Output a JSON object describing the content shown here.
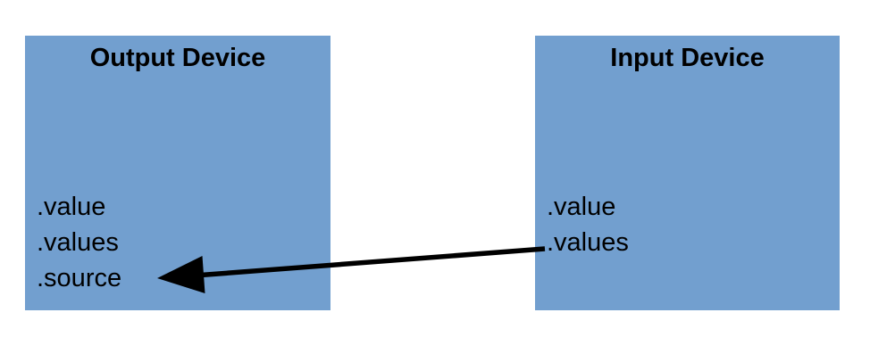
{
  "diagram": {
    "background_color": "#ffffff",
    "box_fill_color": "#729fcf",
    "text_color": "#000000",
    "arrow_color": "#000000",
    "boxes": [
      {
        "id": "output-device",
        "title": "Output Device",
        "properties": [
          ".value",
          ".values",
          ".source"
        ]
      },
      {
        "id": "input-device",
        "title": "Input Device",
        "properties": [
          ".value",
          ".values"
        ]
      }
    ],
    "arrow": {
      "from_box": "input-device",
      "from_property": ".values",
      "to_box": "output-device",
      "to_property": ".source"
    }
  }
}
